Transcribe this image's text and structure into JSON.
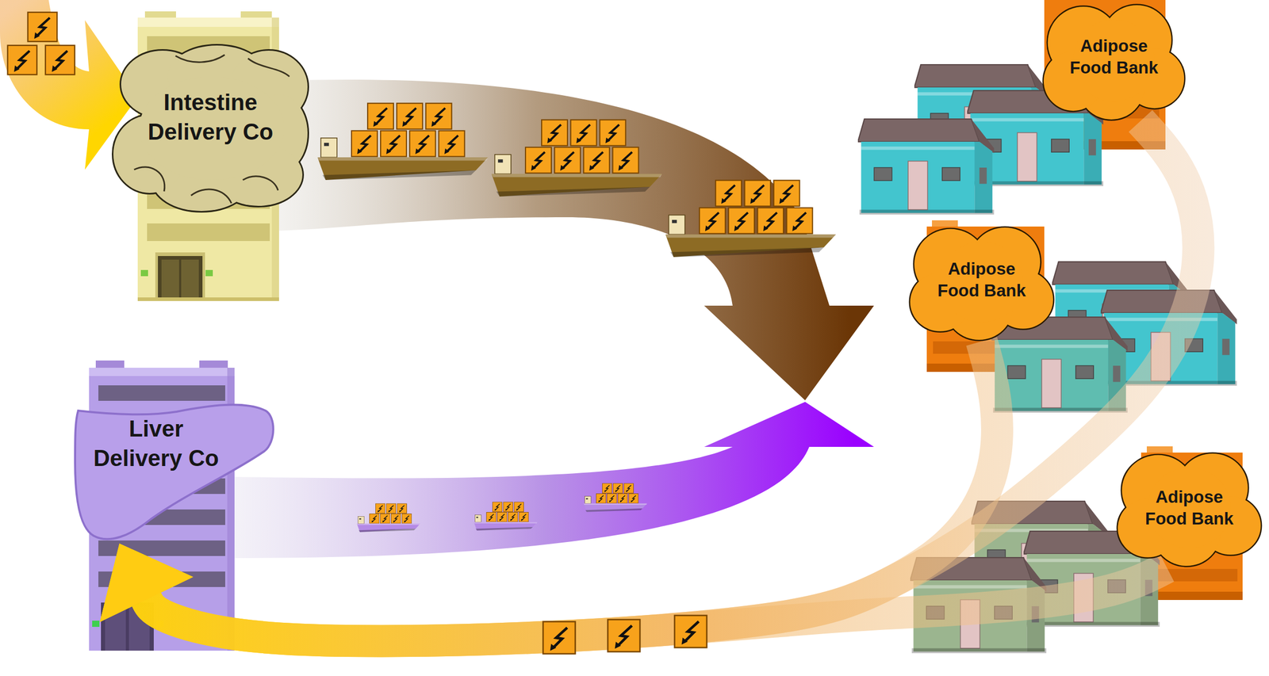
{
  "diagram": {
    "nodes": [
      {
        "text": [
          "Intestine Delivery Co"
        ]
      },
      {
        "text": [
          "Adipose Food Bank"
        ]
      },
      {
        "text": [
          "Adipose Food Bank"
        ]
      },
      {
        "text": [
          "Liver Delivery Co"
        ]
      },
      {
        "text": [
          "Adipose Food Bank"
        ]
      }
    ],
    "edges": [
      {
        "from": 1,
        "to": 3,
        "arrow": "to"
      },
      {
        "from": 2,
        "to": 3,
        "arrow": "to"
      },
      {
        "from": 4,
        "to": 3,
        "arrow": "to"
      }
    ]
  }
}
